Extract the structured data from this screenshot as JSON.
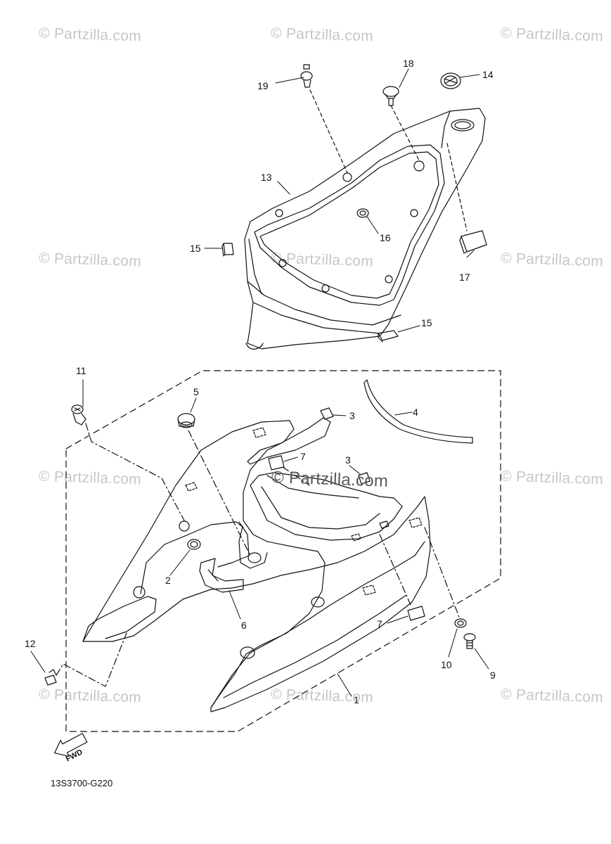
{
  "diagram": {
    "watermark_text": "© Partzilla.com",
    "center_watermark_text": "© Partzilla.com",
    "code": "13S3700-G220",
    "fwd_label": "FWD",
    "callouts": {
      "c1": "1",
      "c2": "2",
      "c3a": "3",
      "c3b": "3",
      "c4": "4",
      "c5": "5",
      "c6": "6",
      "c7a": "7",
      "c7b": "7",
      "c9": "9",
      "c10": "10",
      "c11": "11",
      "c12": "12",
      "c13": "13",
      "c14": "14",
      "c15a": "15",
      "c15b": "15",
      "c16": "16",
      "c17": "17",
      "c18": "18",
      "c19": "19"
    }
  }
}
